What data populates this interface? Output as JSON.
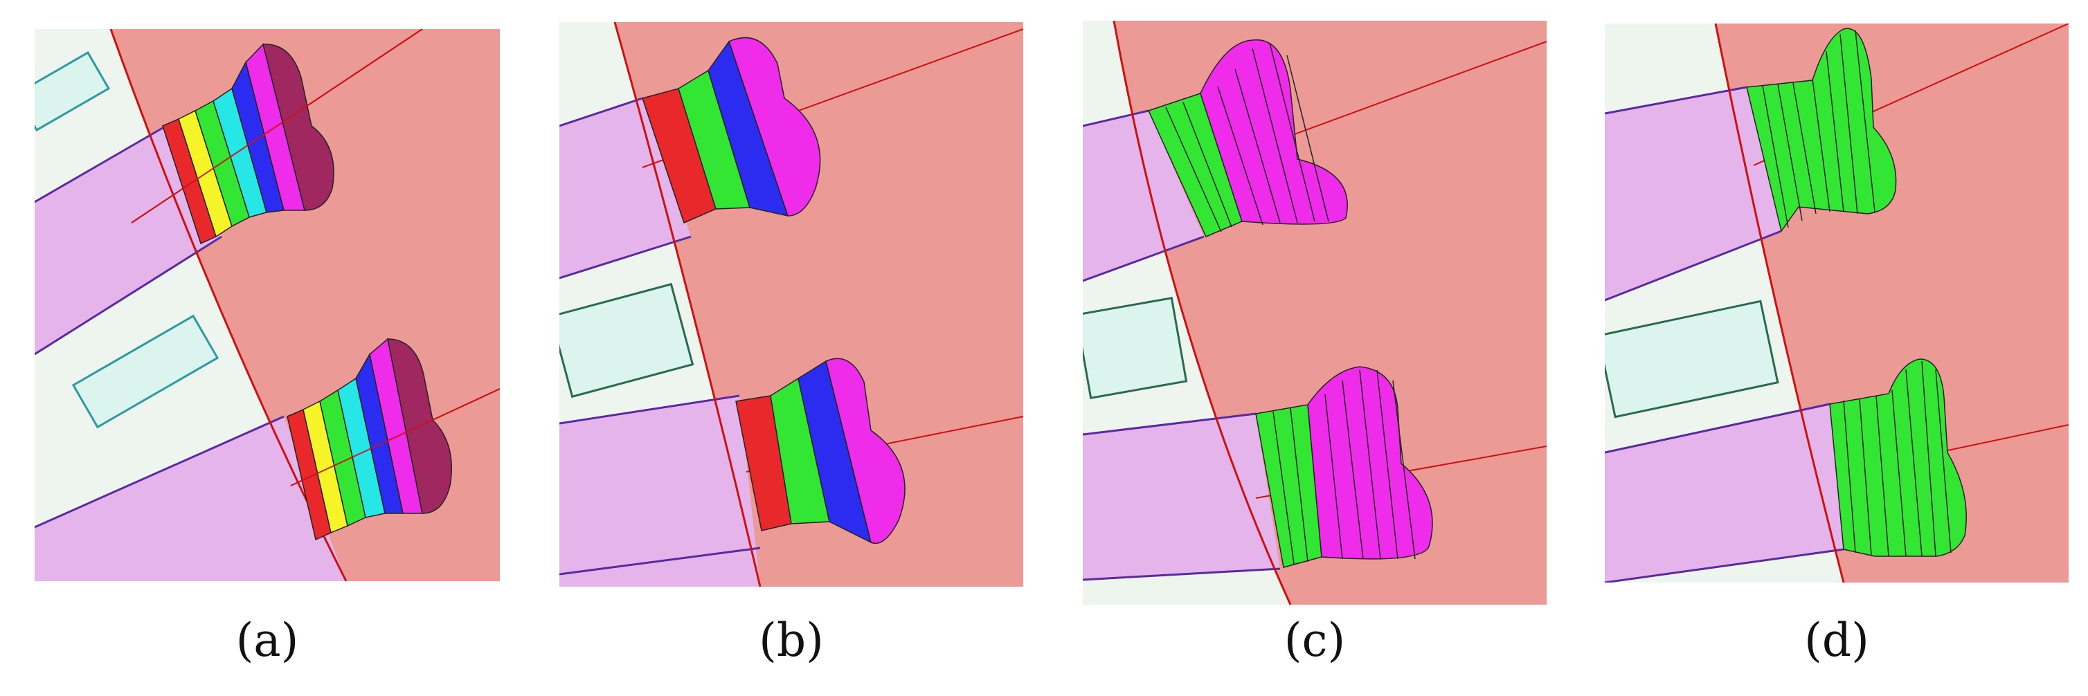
{
  "panels": [
    {
      "caption": "(a)",
      "scheme": "rainbow"
    },
    {
      "caption": "(b)",
      "scheme": "red-green-blue-magenta"
    },
    {
      "caption": "(c)",
      "scheme": "green-magenta"
    },
    {
      "caption": "(d)",
      "scheme": "green"
    }
  ],
  "colors": {
    "core": "#ec9a96",
    "light_region": "#eef5ef",
    "pink_region": "#e4b4ea",
    "coil_outline": "#2c9aa0",
    "coil_fill": "#dcf4ee",
    "boundary_red": "#cc1111",
    "boundary_purple": "#5a2aa0",
    "red": "#e8282a",
    "yellow": "#f4f428",
    "green": "#33e633",
    "cyan": "#26e6e6",
    "blue": "#2c2cf0",
    "magenta": "#ee2cea",
    "maroon": "#a02860"
  }
}
